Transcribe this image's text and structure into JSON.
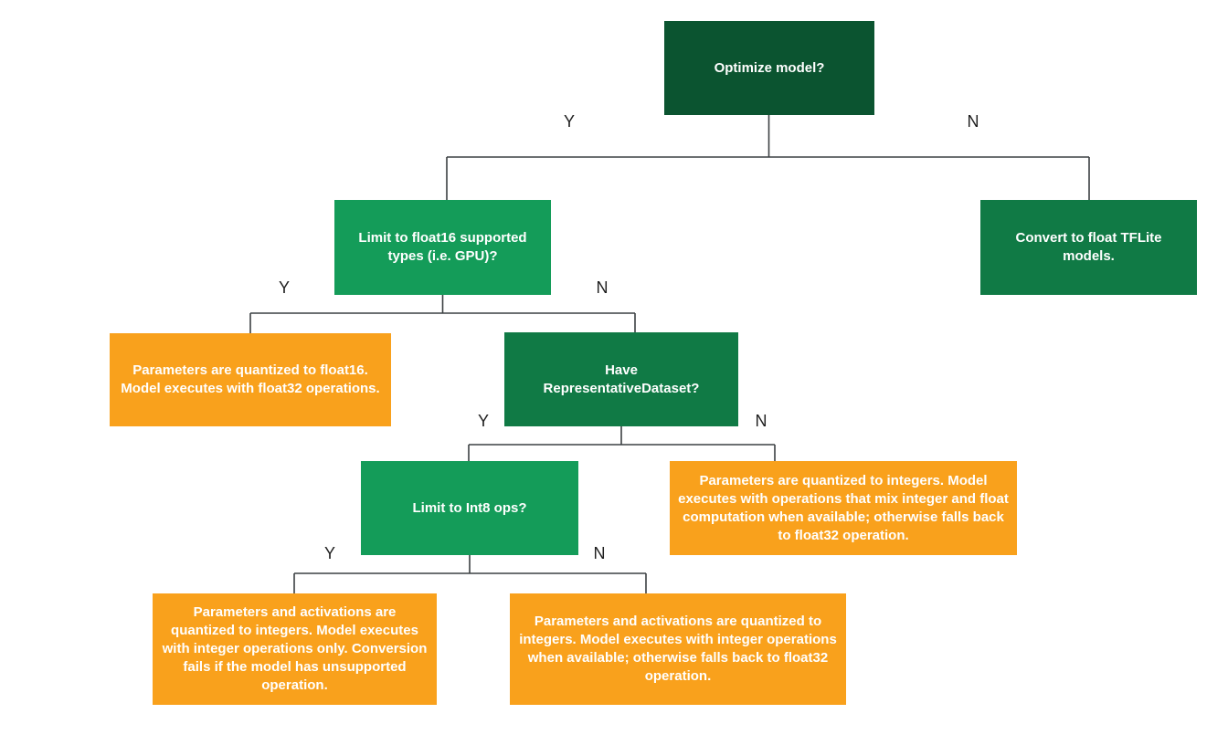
{
  "colors": {
    "dark_green": "#0B5430",
    "medium_green": "#107A45",
    "bright_green": "#149C59",
    "orange": "#F9A11C",
    "line_color": "#3C4043",
    "node_text": "#FFFFFF",
    "label_text": "#1F1F1F"
  },
  "branch_labels": {
    "yes": "Y",
    "no": "N"
  },
  "nodes": {
    "optimize": {
      "label": "Optimize model?"
    },
    "limit_float16": {
      "label": "Limit to float16 supported types (i.e. GPU)?"
    },
    "convert_float": {
      "label": "Convert to float TFLite models."
    },
    "float16_result": {
      "label": "Parameters are quantized to float16. Model executes with float32 operations."
    },
    "have_dataset": {
      "label": "Have RepresentativeDataset?"
    },
    "limit_int8": {
      "label": "Limit to Int8 ops?"
    },
    "mixed_result": {
      "label": "Parameters are quantized to integers. Model executes with operations that mix integer and float computation when available; otherwise falls back to float32 operation."
    },
    "int8_only_result": {
      "label": "Parameters and activations are quantized to integers. Model executes with integer operations only. Conversion fails if the model has unsupported operation."
    },
    "int8_fallback_result": {
      "label": "Parameters and activations are quantized to integers. Model executes with integer operations when available; otherwise falls back to float32 operation."
    }
  }
}
